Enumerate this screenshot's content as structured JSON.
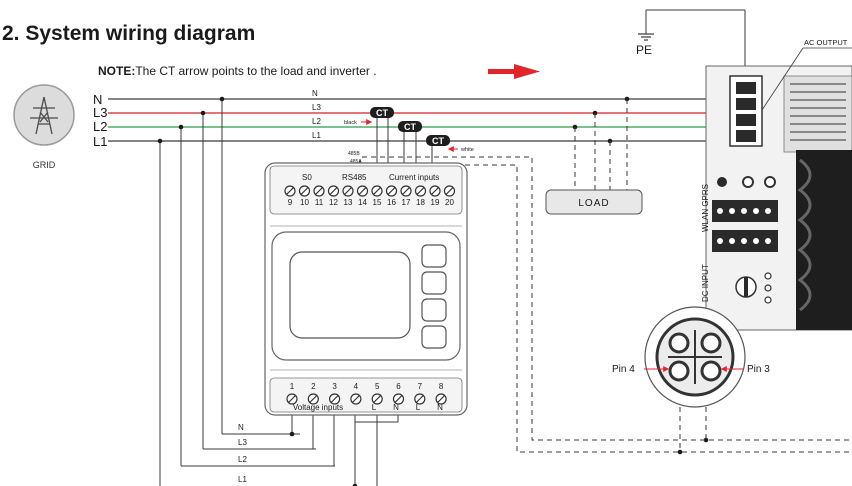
{
  "title": "2. System wiring diagram",
  "note": {
    "label": "NOTE:",
    "text": "The CT arrow points to the load and inverter ."
  },
  "grid_label": "GRID",
  "bus_labels": [
    "N",
    "L3",
    "L2",
    "L1"
  ],
  "bus_mid_labels": [
    "N",
    "L3",
    "L2",
    "L1"
  ],
  "ct_label": "CT",
  "ct_black": "black",
  "ct_white": "white",
  "rs485_b": "485B",
  "rs485_a": "485A",
  "pe_label": "PE",
  "ac_output": "AC OUTPUT",
  "load_label": "LOAD",
  "meter": {
    "top_groups": [
      "S0",
      "RS485",
      "Current inputs"
    ],
    "top_terminals": [
      "9",
      "10",
      "11",
      "12",
      "13",
      "14",
      "15",
      "16",
      "17",
      "18",
      "19",
      "20"
    ],
    "bottom_terminals": [
      "1",
      "2",
      "3",
      "4",
      "5",
      "6",
      "7",
      "8"
    ],
    "bottom_group": "Voltage inputs",
    "bottom_sub": [
      "L",
      "N",
      "L",
      "N"
    ]
  },
  "bottom_labels": [
    "N",
    "L3",
    "L2",
    "L1"
  ],
  "inverter": {
    "wlan_gprs": "WLAN GPRS",
    "dc_input": "DC INPUT"
  },
  "connector": {
    "pin4": "Pin 4",
    "pin3": "Pin 3"
  },
  "colors": {
    "neutral": "#3a3a3a",
    "l3": "#d4202a",
    "l2": "#2e9a4a",
    "l1": "#3a3a3a",
    "arrow": "#e0262b",
    "ct_badge": "#1e1e1e"
  }
}
